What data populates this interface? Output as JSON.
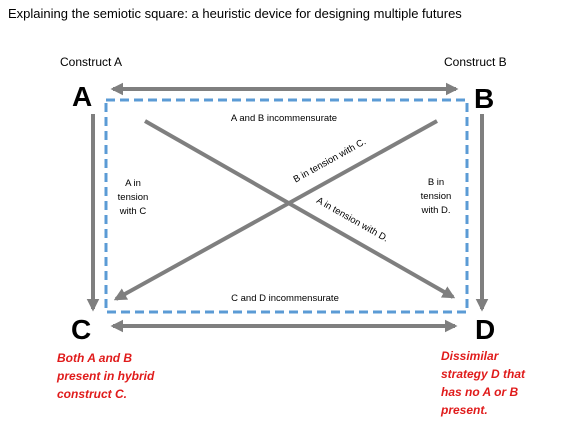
{
  "title": "Explaining the semiotic square: a heuristic device for designing multiple futures",
  "construct_a_label": "Construct A",
  "construct_b_label": "Construct B",
  "corners": {
    "a": "A",
    "b": "B",
    "c": "C",
    "d": "D"
  },
  "relations": {
    "top": "A and B incommensurate",
    "bottom": "C and D incommensurate",
    "left": [
      "A in",
      "tension",
      "with C"
    ],
    "right": [
      "B in",
      "tension",
      "with D."
    ],
    "diagonal_b": "B in tension with C.",
    "diagonal_a": "A in tension with D."
  },
  "notes": {
    "c": [
      "Both A and B",
      "present in hybrid",
      "construct C."
    ],
    "d": [
      "Dissimilar",
      "strategy D that",
      "has no A or B",
      "present."
    ]
  },
  "colors": {
    "arrow": "#7f7f7f",
    "dashed_box": "#5b9bd5",
    "note": "#e01b1b"
  }
}
